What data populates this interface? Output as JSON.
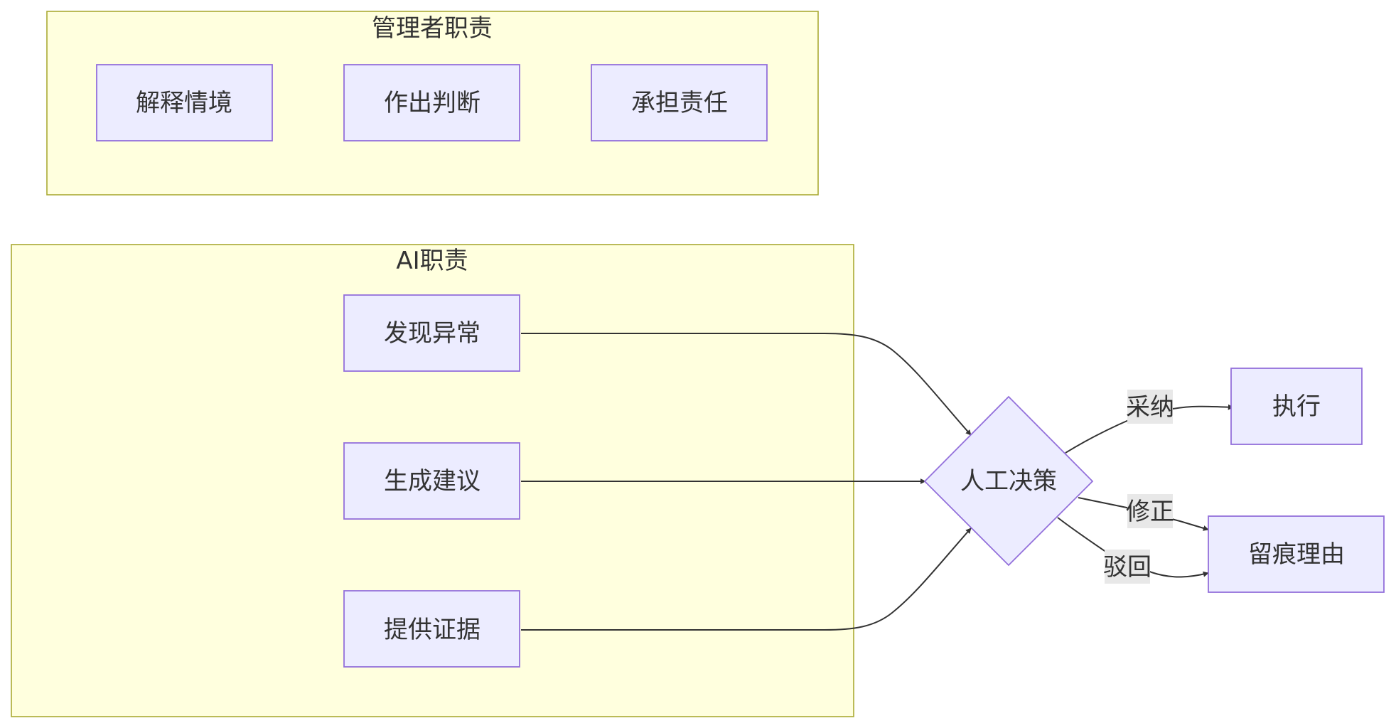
{
  "clusters": {
    "manager": {
      "title": "管理者职责"
    },
    "ai": {
      "title": "AI职责"
    }
  },
  "nodes": {
    "interpret": "解释情境",
    "judge": "作出判断",
    "responsibility": "承担责任",
    "detect": "发现异常",
    "suggest": "生成建议",
    "evidence": "提供证据",
    "decision": "人工决策",
    "execute": "执行",
    "record": "留痕理由"
  },
  "edges": {
    "adopt": "采纳",
    "revise": "修正",
    "reject": "驳回"
  },
  "colors": {
    "cluster_fill": "#ffffde",
    "cluster_stroke": "#aaaa33",
    "node_fill": "#ececff",
    "node_stroke": "#9370db",
    "edge": "#333333",
    "edge_label_bg": "#e8e8e8"
  }
}
